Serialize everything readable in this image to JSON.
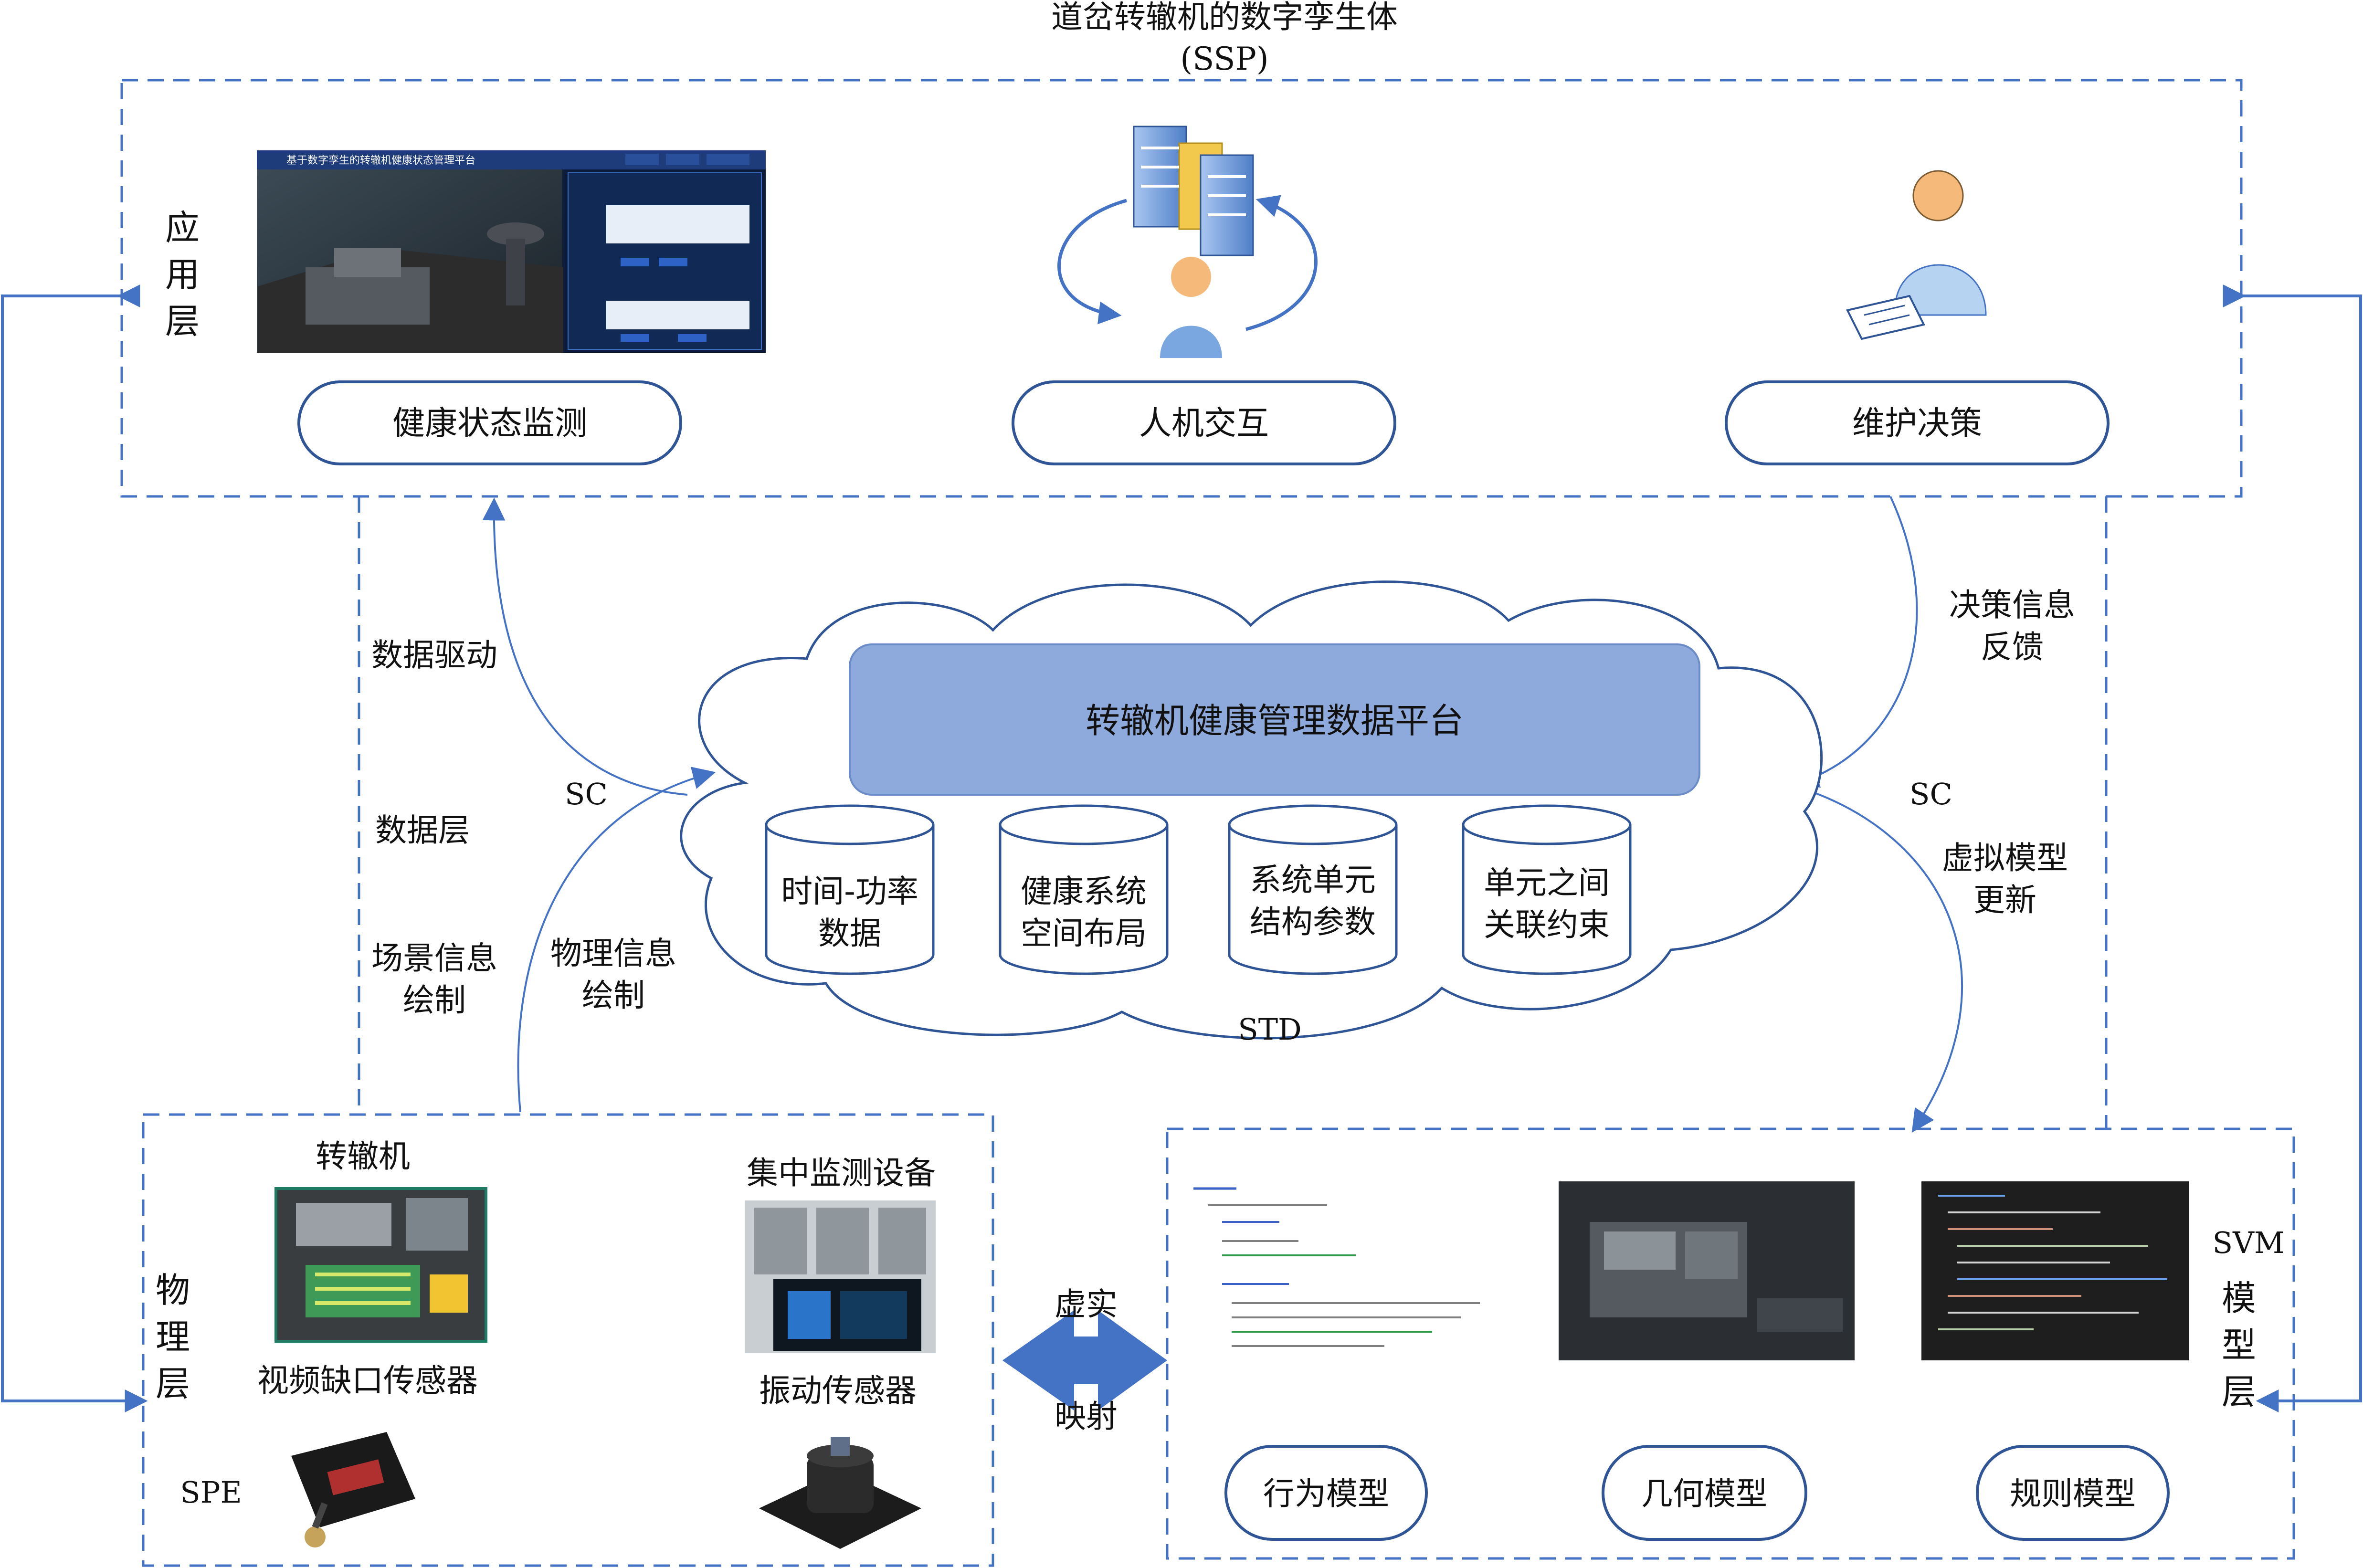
{
  "title": {
    "line1": "道岔转辙机的数字孪生体",
    "line2": "(SSP)"
  },
  "application_layer": {
    "label_chars": [
      "应",
      "用",
      "层"
    ],
    "screenshot": {
      "header": "基于数字孪生的转辙机健康状态管理平台",
      "header_buttons": [
        "",
        "",
        ""
      ]
    },
    "pills": [
      "健康状态监测",
      "人机交互",
      "维护决策"
    ]
  },
  "data_platform": {
    "title": "转辙机健康管理数据平台",
    "databases": [
      {
        "line1": "时间-功率",
        "line2": "数据"
      },
      {
        "line1": "健康系统",
        "line2": "空间布局"
      },
      {
        "line1": "系统单元",
        "line2": "结构参数"
      },
      {
        "line1": "单元之间",
        "line2": "关联约束"
      }
    ],
    "std_label": "STD"
  },
  "labels": {
    "data_driven": "数据驱动",
    "data_layer": "数据层",
    "scene_info": {
      "line1": "场景信息",
      "line2": "绘制"
    },
    "physical_info": {
      "line1": "物理信息",
      "line2": "绘制"
    },
    "sc_left": "SC",
    "sc_right": "SC",
    "decision_feedback": {
      "line1": "决策信息",
      "line2": "反馈"
    },
    "model_update": {
      "line1": "虚拟模型",
      "line2": "更新"
    },
    "virtual_real": {
      "top": "虚实",
      "bottom": "映射"
    }
  },
  "physical_layer": {
    "label_chars": [
      "物",
      "理",
      "层"
    ],
    "switch_machine": "转辙机",
    "video_sensor": "视频缺口传感器",
    "monitor_device": "集中监测设备",
    "vibration_sensor": "振动传感器",
    "spe": "SPE"
  },
  "model_layer": {
    "svm": "SVM",
    "label_chars": [
      "模",
      "型",
      "层"
    ],
    "pills": [
      "行为模型",
      "几何模型",
      "规则模型"
    ]
  },
  "colors": {
    "line": "#4472c4",
    "pill_border": "#2f5597",
    "platform_fill": "#8ea9db",
    "arrow_fill": "#4472c4"
  }
}
